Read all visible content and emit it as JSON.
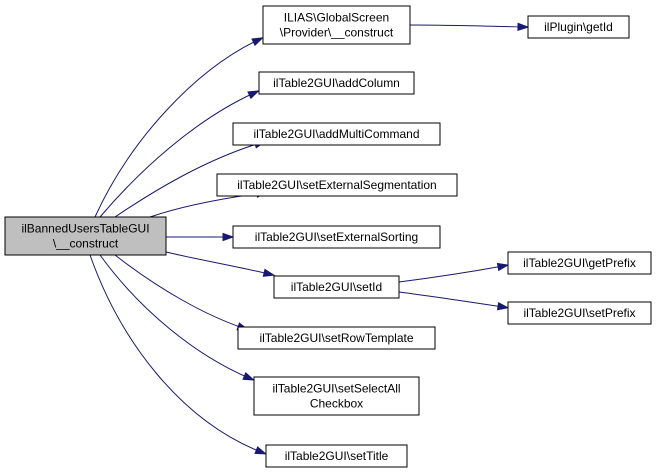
{
  "colors": {
    "node_fill": "#ffffff",
    "root_fill": "#bfbfbf",
    "node_border": "#000000",
    "edge": "#191970"
  },
  "nodes": [
    {
      "id": "root",
      "lines": [
        "ilBannedUsersTableGUI",
        "\\__construct"
      ],
      "root": true
    },
    {
      "id": "provider",
      "lines": [
        "ILIAS\\GlobalScreen",
        "\\Provider\\__construct"
      ]
    },
    {
      "id": "plugin",
      "lines": [
        "ilPlugin\\getId"
      ]
    },
    {
      "id": "addColumn",
      "lines": [
        "ilTable2GUI\\addColumn"
      ]
    },
    {
      "id": "addMulti",
      "lines": [
        "ilTable2GUI\\addMultiCommand"
      ]
    },
    {
      "id": "extSeg",
      "lines": [
        "ilTable2GUI\\setExternalSegmentation"
      ]
    },
    {
      "id": "extSort",
      "lines": [
        "ilTable2GUI\\setExternalSorting"
      ]
    },
    {
      "id": "setId",
      "lines": [
        "ilTable2GUI\\setId"
      ]
    },
    {
      "id": "getPrefix",
      "lines": [
        "ilTable2GUI\\getPrefix"
      ]
    },
    {
      "id": "setPrefix",
      "lines": [
        "ilTable2GUI\\setPrefix"
      ]
    },
    {
      "id": "rowTpl",
      "lines": [
        "ilTable2GUI\\setRowTemplate"
      ]
    },
    {
      "id": "selAll",
      "lines": [
        "ilTable2GUI\\setSelectAll",
        "Checkbox"
      ]
    },
    {
      "id": "title",
      "lines": [
        "ilTable2GUI\\setTitle"
      ]
    }
  ],
  "edges": [
    {
      "from": "root",
      "to": "provider"
    },
    {
      "from": "root",
      "to": "addColumn"
    },
    {
      "from": "root",
      "to": "addMulti"
    },
    {
      "from": "root",
      "to": "extSeg"
    },
    {
      "from": "root",
      "to": "extSort"
    },
    {
      "from": "root",
      "to": "setId"
    },
    {
      "from": "root",
      "to": "rowTpl"
    },
    {
      "from": "root",
      "to": "selAll"
    },
    {
      "from": "root",
      "to": "title"
    },
    {
      "from": "provider",
      "to": "plugin"
    },
    {
      "from": "setId",
      "to": "getPrefix"
    },
    {
      "from": "setId",
      "to": "setPrefix"
    }
  ]
}
